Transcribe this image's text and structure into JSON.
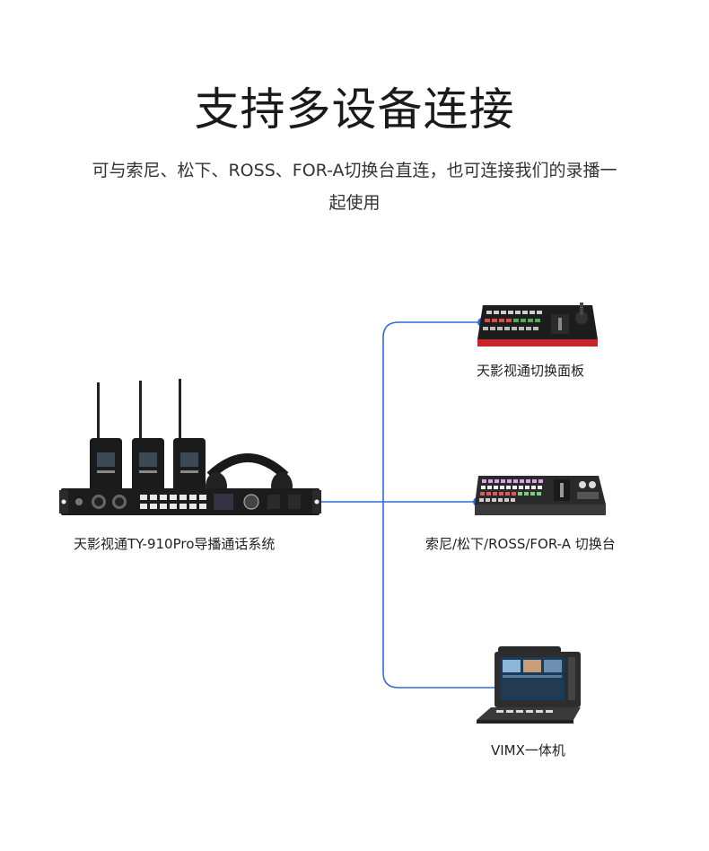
{
  "header": {
    "title": "支持多设备连接",
    "subtitle": "可与索尼、松下、ROSS、FOR-A切换台直连，也可连接我们的录播一起使用"
  },
  "system": {
    "label": "天影视通TY-910Pro导播通话系统"
  },
  "targets": [
    {
      "id": "panel",
      "label": "天影视通切换面板"
    },
    {
      "id": "switcher",
      "label": "索尼/松下/ROSS/FOR-A  切换台"
    },
    {
      "id": "vimx",
      "label": "VIMX一体机"
    }
  ],
  "colors": {
    "wire": "#2f6bd8",
    "device_dark": "#1c1c1c",
    "panel_red": "#c8242a"
  }
}
